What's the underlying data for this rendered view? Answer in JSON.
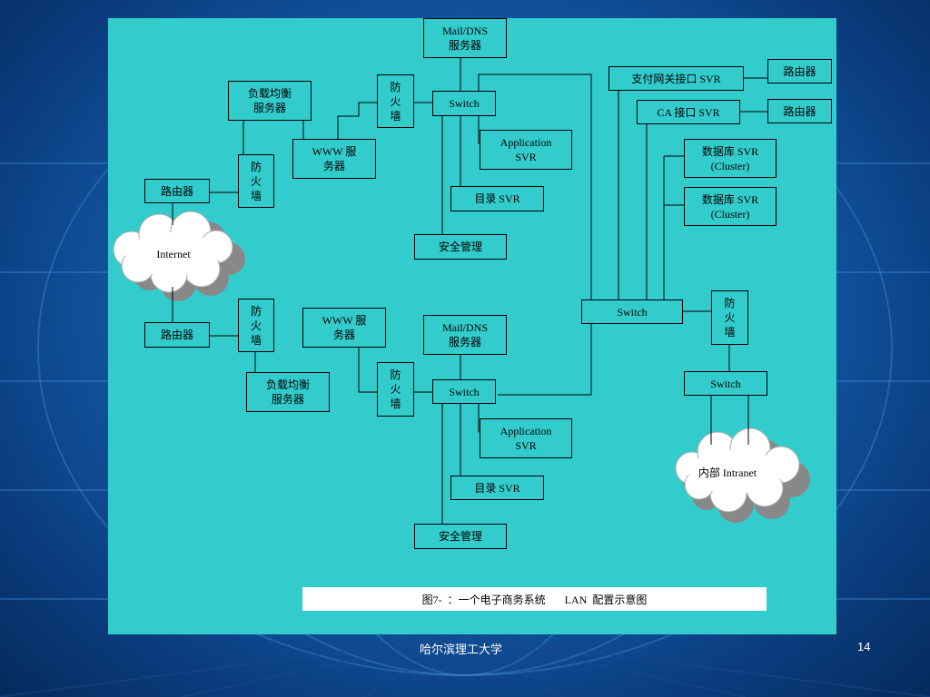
{
  "nodes": {
    "mail_dns_top": "Mail/DNS\n服务器",
    "switch_top": "Switch",
    "firewall_top": "防\n火\n墙",
    "load_balancer_top": "负载均衡\n服务器",
    "www_top": "WWW  服\n务器",
    "firewall_router_top": "防\n火\n墙",
    "router_top": "路由器",
    "app_svr_top": "Application\nSVR",
    "dir_svr_top": "目录   SVR",
    "security_top": "安全管理",
    "internet": "Internet",
    "router_bottom": "路由器",
    "firewall_router_bottom": "防\n火\n墙",
    "www_bottom": "WWW  服\n务器",
    "load_balancer_bottom": "负载均衡\n服务器",
    "firewall_bottom": "防\n火\n墙",
    "mail_dns_bottom": "Mail/DNS\n服务器",
    "switch_bottom": "Switch",
    "app_svr_bottom": "Application\nSVR",
    "dir_svr_bottom": "目录   SVR",
    "security_bottom": "安全管理",
    "payment_gateway": "支付网关接口     SVR",
    "router_payment": "路由器",
    "ca_svr": "CA  接口  SVR",
    "router_ca": "路由器",
    "db_svr_1": "数据库   SVR\n(Cluster)",
    "db_svr_2": "数据库   SVR\n(Cluster)",
    "switch_center": "Switch",
    "firewall_intranet": "防\n火\n墙",
    "switch_intranet": "Switch",
    "intranet": "内部  Intranet"
  },
  "caption": "图7-  ：一个电子商务系统       LAN  配置示意图",
  "footer": {
    "school": "哈尔滨理工大学",
    "page_number": "14"
  },
  "colors": {
    "panel": "#33cccc",
    "background": "#1560b0"
  }
}
